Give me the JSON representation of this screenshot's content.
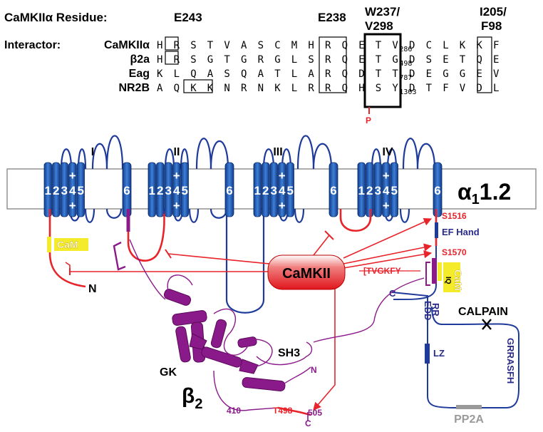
{
  "header": {
    "residue_label": "CaMKIIα Residue:",
    "interactor_label": "Interactor:",
    "residues": {
      "e243": "E243",
      "e238": "E238",
      "w237_a": "W237/",
      "w237_b": "V298",
      "i205_a": "I205/",
      "i205_b": "F98"
    }
  },
  "rows": [
    {
      "name": "CaMKIIα",
      "seq": "HRSTVASCMHRQETVDCLKKF",
      "sub": "286"
    },
    {
      "name": "β2a",
      "seq": "HRSGTGRGLSRQETGDSETQE",
      "sub": "498"
    },
    {
      "name": "Eag",
      "seq": "KLQASQATLARQDTTDEGGEV",
      "sub": "787"
    },
    {
      "name": "NR2B",
      "seq": "AQKKNRNKLRRQHSYDTFVDL",
      "sub": "1303"
    }
  ],
  "phospho_mark": "P",
  "channel": {
    "name_alpha": "α",
    "name_sub": "1",
    "name_rest": "1.2",
    "domains": [
      "I",
      "II",
      "III",
      "IV"
    ],
    "segments": [
      "1",
      "2",
      "3",
      "4",
      "5",
      "6"
    ],
    "plus": "+"
  },
  "labels": {
    "camkii": "CaMKII",
    "cam_left": "CaM",
    "cam_right": "CaM",
    "iq": "IQ",
    "ef_hand": "EF Hand",
    "s1516": "S1516",
    "s1570": "S1570",
    "tvgkfy": "TVGKFY",
    "calpain": "CALPAIN",
    "rr": "RR",
    "edd": "EDD",
    "grrasfh": "GRRASFH",
    "lz": "LZ",
    "pp2a": "PP2A",
    "n_left": "N",
    "c_right": "C",
    "gk": "GK",
    "sh3": "SH3",
    "beta": "β",
    "beta_sub": "2",
    "n_beta": "N",
    "c_beta": "C",
    "t498": "T498",
    "r410": "410",
    "r505": "505"
  },
  "colors": {
    "channel_blue": "#1e3a9a",
    "segment_fill": "#1f5fb8",
    "red": "#e8232a",
    "purple": "#8a1a8a",
    "yellow": "#f4ec2a",
    "pp2a_gray": "#9a9a9a"
  }
}
